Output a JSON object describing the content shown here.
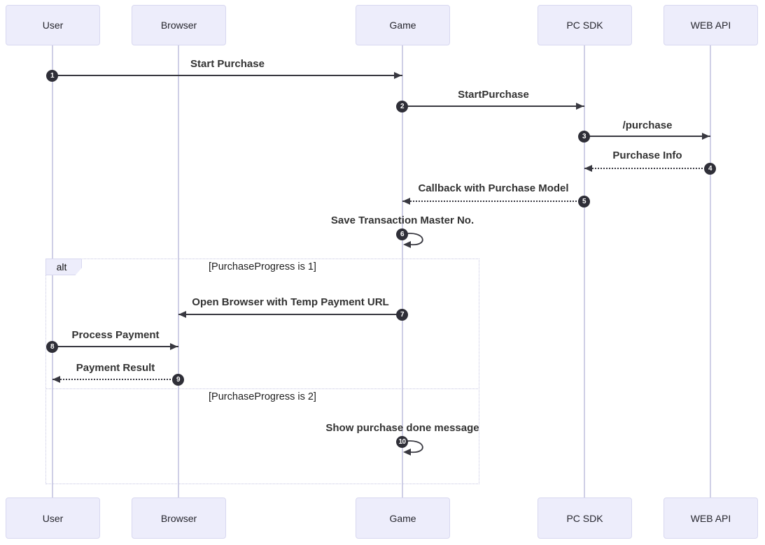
{
  "diagram_type": "sequence",
  "actors": [
    {
      "name": "User"
    },
    {
      "name": "Browser"
    },
    {
      "name": "Game"
    },
    {
      "name": "PC SDK"
    },
    {
      "name": "WEB API"
    }
  ],
  "messages": [
    {
      "seq": "1",
      "label": "Start Purchase",
      "from": "User",
      "to": "Game",
      "style": "solid"
    },
    {
      "seq": "2",
      "label": "StartPurchase",
      "from": "Game",
      "to": "PC SDK",
      "style": "solid"
    },
    {
      "seq": "3",
      "label": "/purchase",
      "from": "PC SDK",
      "to": "WEB API",
      "style": "solid"
    },
    {
      "seq": "4",
      "label": "Purchase Info",
      "from": "WEB API",
      "to": "PC SDK",
      "style": "dashed"
    },
    {
      "seq": "5",
      "label": "Callback with Purchase Model",
      "from": "PC SDK",
      "to": "Game",
      "style": "dashed"
    },
    {
      "seq": "6",
      "label": "Save Transaction Master No.",
      "from": "Game",
      "to": "Game",
      "style": "self"
    },
    {
      "seq": "7",
      "label": "Open Browser with Temp Payment URL",
      "from": "Game",
      "to": "Browser",
      "style": "solid"
    },
    {
      "seq": "8",
      "label": "Process Payment",
      "from": "User",
      "to": "Browser",
      "style": "solid"
    },
    {
      "seq": "9",
      "label": "Payment Result",
      "from": "Browser",
      "to": "User",
      "style": "dashed"
    },
    {
      "seq": "10",
      "label": "Show purchase done message",
      "from": "Game",
      "to": "Game",
      "style": "self"
    }
  ],
  "alt": {
    "label": "alt",
    "conditions": [
      {
        "text": "[PurchaseProgress is 1]"
      },
      {
        "text": "[PurchaseProgress is 2]"
      }
    ]
  },
  "colors": {
    "background": "#ffffff",
    "actor_fill": "#ededfb",
    "actor_border": "#d8d8f0",
    "lifeline": "#cfcfe6",
    "arrow": "#383840",
    "badge_bg": "#2f2f38",
    "badge_text": "#ffffff",
    "frame_border": "#c5c5e2",
    "text": "#333333"
  }
}
